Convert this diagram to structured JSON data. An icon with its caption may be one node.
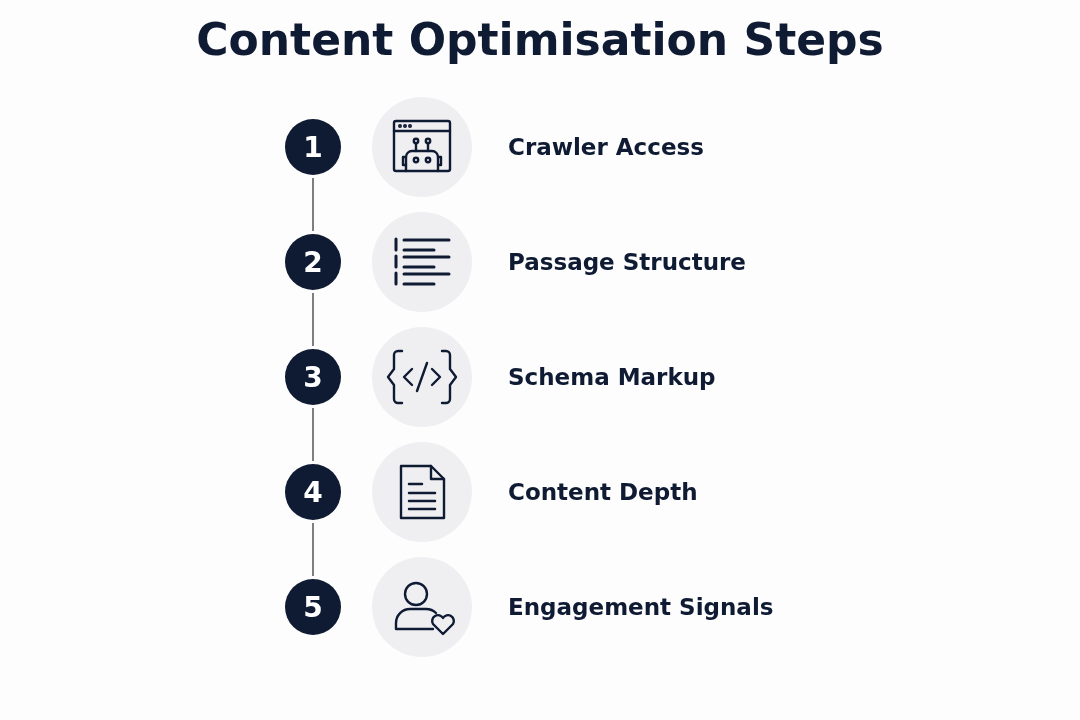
{
  "diagram": {
    "title": "Content Optimisation Steps",
    "nodes": [
      {
        "text": [
          "1"
        ]
      },
      {
        "text": [
          "2"
        ]
      },
      {
        "text": [
          "3"
        ]
      },
      {
        "text": [
          "4"
        ]
      },
      {
        "text": [
          "5"
        ]
      }
    ],
    "edges": [
      {
        "from": 0,
        "to": 1,
        "arrow": "none"
      },
      {
        "from": 1,
        "to": 2,
        "arrow": "none"
      },
      {
        "from": 2,
        "to": 3,
        "arrow": "none"
      },
      {
        "from": 3,
        "to": 4,
        "arrow": "none"
      }
    ],
    "labels": [
      "Crawler Access",
      "Passage Structure",
      "Schema Markup",
      "Content Depth",
      "Engagement Signals"
    ]
  }
}
